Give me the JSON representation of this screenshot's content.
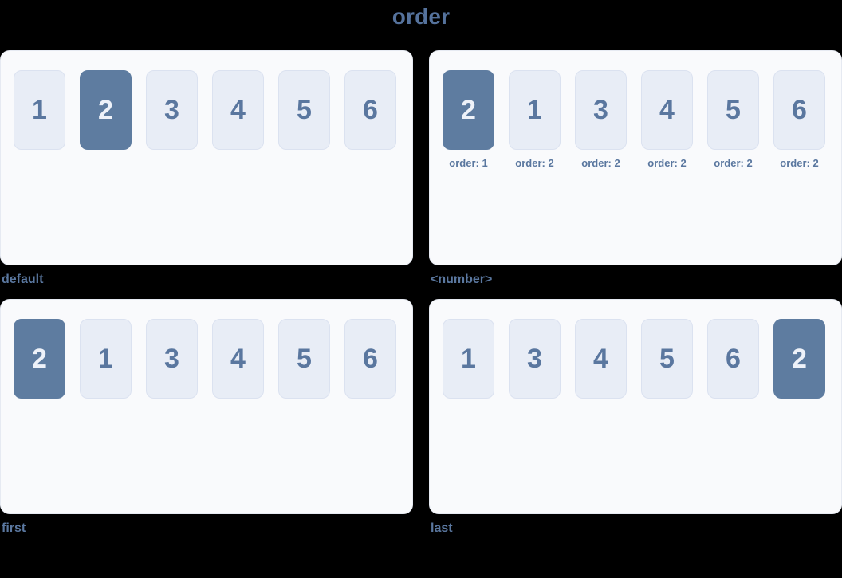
{
  "title": "order",
  "colors": {
    "page_background": "#000000",
    "accent_text": "#5a779f",
    "title_text": "#55729c",
    "panel_background": "#f9fafc",
    "item_background": "#e8edf6",
    "item_border": "#dbe2f0",
    "highlight_background": "#5e7ca0",
    "highlight_text": "#eef2f9"
  },
  "panels": [
    {
      "label": "default",
      "items": [
        {
          "text": "1",
          "highlighted": false
        },
        {
          "text": "2",
          "highlighted": true
        },
        {
          "text": "3",
          "highlighted": false
        },
        {
          "text": "4",
          "highlighted": false
        },
        {
          "text": "5",
          "highlighted": false
        },
        {
          "text": "6",
          "highlighted": false
        }
      ]
    },
    {
      "label": "<number>",
      "items": [
        {
          "text": "2",
          "highlighted": true,
          "order_label": "order: 1"
        },
        {
          "text": "1",
          "highlighted": false,
          "order_label": "order: 2"
        },
        {
          "text": "3",
          "highlighted": false,
          "order_label": "order: 2"
        },
        {
          "text": "4",
          "highlighted": false,
          "order_label": "order: 2"
        },
        {
          "text": "5",
          "highlighted": false,
          "order_label": "order: 2"
        },
        {
          "text": "6",
          "highlighted": false,
          "order_label": "order: 2"
        }
      ]
    },
    {
      "label": "first",
      "items": [
        {
          "text": "2",
          "highlighted": true
        },
        {
          "text": "1",
          "highlighted": false
        },
        {
          "text": "3",
          "highlighted": false
        },
        {
          "text": "4",
          "highlighted": false
        },
        {
          "text": "5",
          "highlighted": false
        },
        {
          "text": "6",
          "highlighted": false
        }
      ]
    },
    {
      "label": "last",
      "items": [
        {
          "text": "1",
          "highlighted": false
        },
        {
          "text": "3",
          "highlighted": false
        },
        {
          "text": "4",
          "highlighted": false
        },
        {
          "text": "5",
          "highlighted": false
        },
        {
          "text": "6",
          "highlighted": false
        },
        {
          "text": "2",
          "highlighted": true
        }
      ]
    }
  ]
}
